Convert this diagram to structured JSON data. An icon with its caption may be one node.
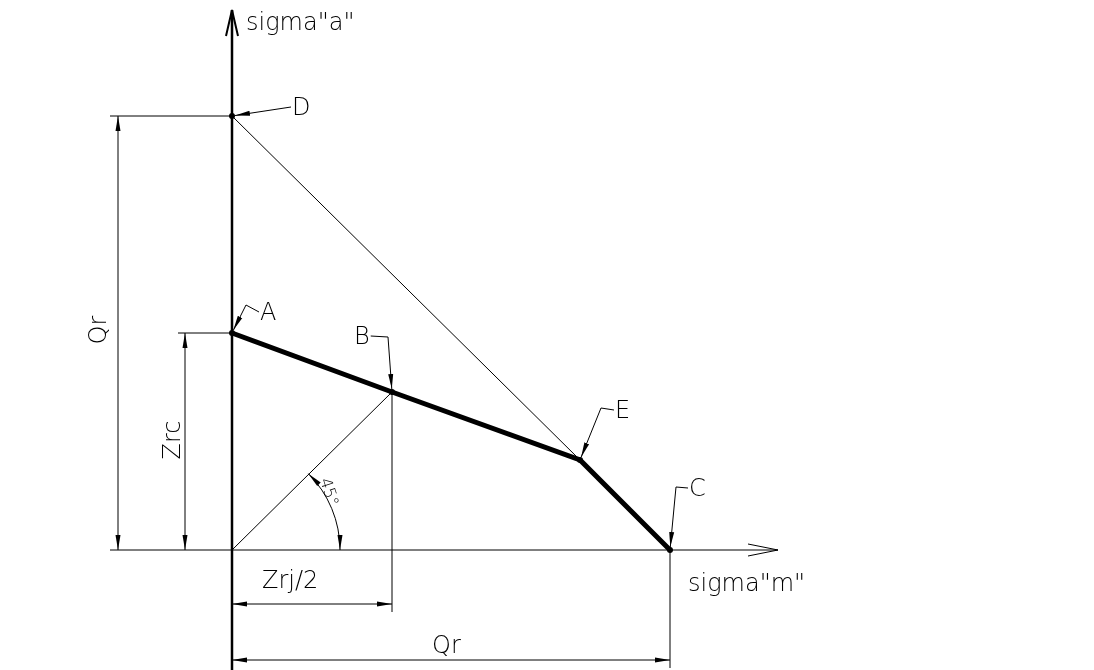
{
  "diagram": {
    "nodes": [
      {
        "text": [
          "D"
        ]
      },
      {
        "text": [
          "A"
        ]
      },
      {
        "text": [
          "B"
        ]
      },
      {
        "text": [
          "E"
        ]
      },
      {
        "text": [
          "C"
        ]
      },
      {
        "text": [],
        "shape": "circle"
      },
      {
        "text": [],
        "shape": "circle"
      },
      {
        "text": [],
        "shape": "circle"
      },
      {
        "text": [],
        "shape": "circle"
      },
      {
        "text": [],
        "shape": "circle"
      }
    ],
    "edges": [
      {
        "from": 0,
        "to": 5,
        "arrow": "to"
      },
      {
        "from": 1,
        "to": 6,
        "arrow": "to"
      },
      {
        "from": 2,
        "to": 7,
        "arrow": "to"
      },
      {
        "from": 3,
        "to": 8,
        "arrow": "to"
      },
      {
        "from": 4,
        "to": 9,
        "arrow": "to"
      }
    ],
    "labels": [
      "sigma\"a\"",
      "Qr",
      "Zrc",
      "45°",
      "sigma\"m\"",
      "Zrj/2",
      "Qr"
    ]
  }
}
